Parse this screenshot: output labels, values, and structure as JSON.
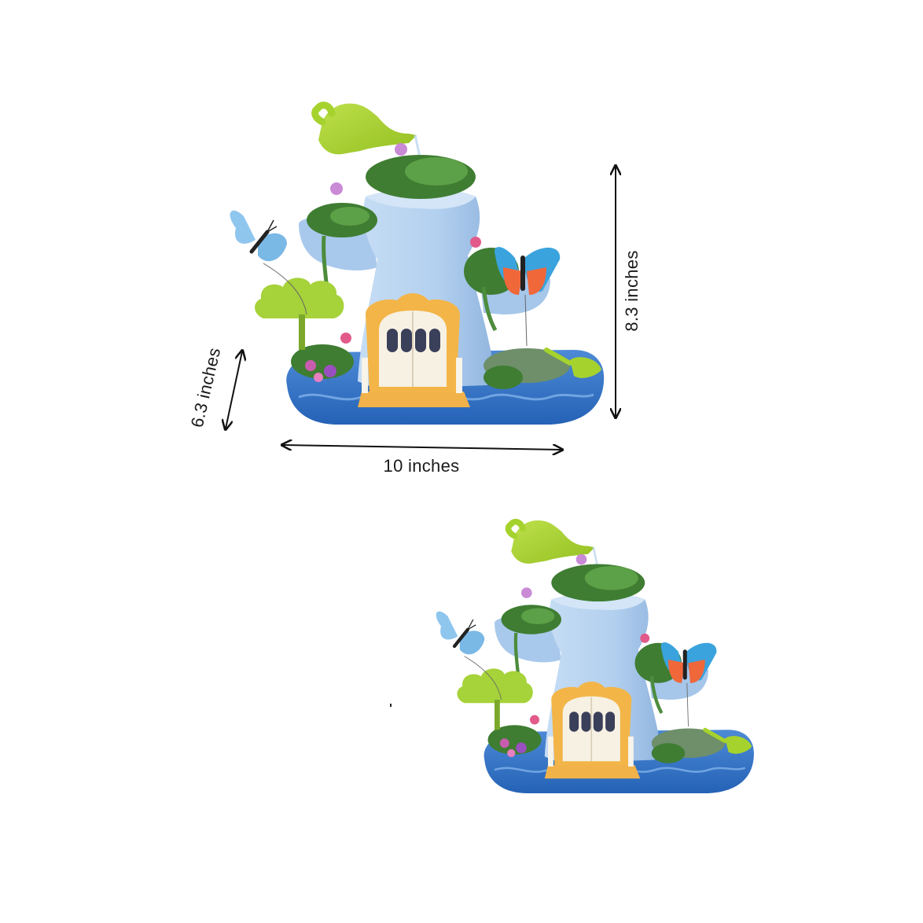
{
  "product": {
    "name": "Fairy garden house toy",
    "views": [
      {
        "id": "large-view",
        "annotated": true
      },
      {
        "id": "small-view",
        "annotated": false
      }
    ]
  },
  "dimensions": {
    "height_label": "8.3 inches",
    "depth_label": "6.3 inches",
    "width_label": "10 inches"
  },
  "colors": {
    "background": "#ffffff",
    "house_body": "#b7d3f0",
    "house_shadow": "#8fb4de",
    "base_blue": "#2f6fc0",
    "base_highlight": "#5c96dc",
    "watering_can": "#a9d433",
    "door_frame": "#f3b548",
    "door_white": "#f7f1e3",
    "foliage": "#3f7d32",
    "flower_pink": "#d35aa8",
    "butterfly_blue": "#7ec0ea",
    "butterfly_orange": "#f0673a",
    "arrow": "#111111"
  }
}
